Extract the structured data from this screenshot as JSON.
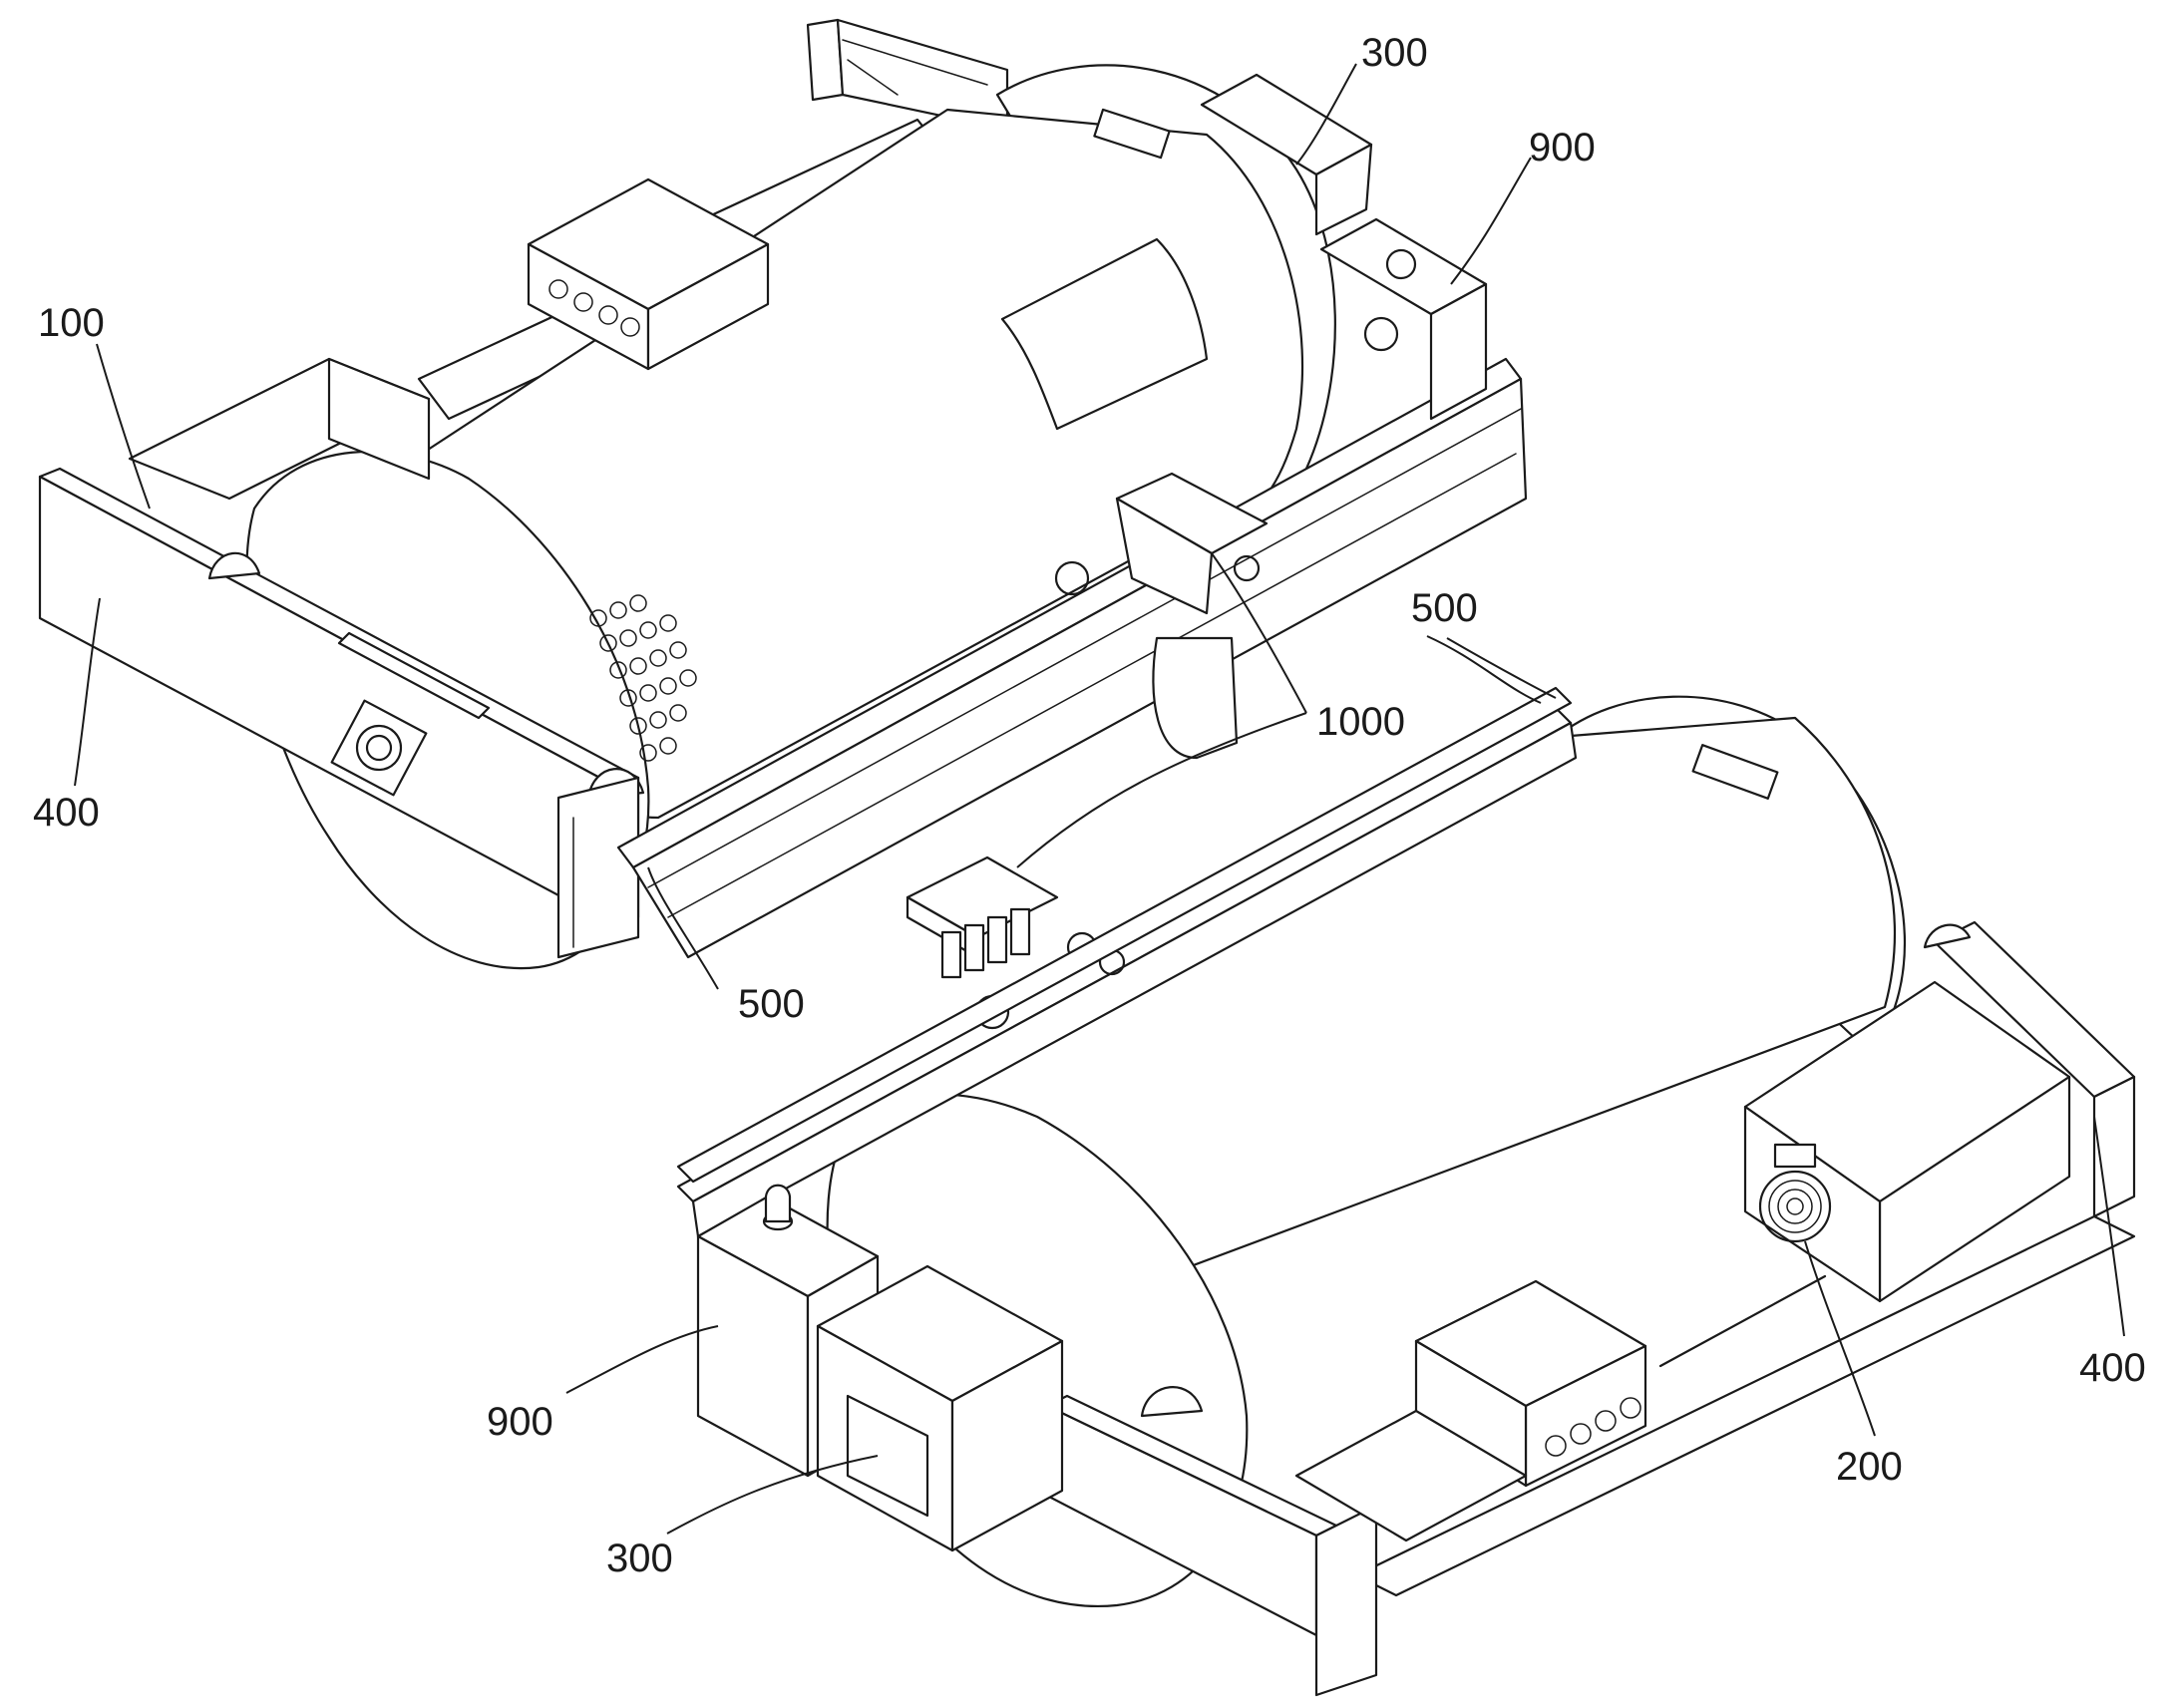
{
  "labels": {
    "top_100": "100",
    "top_400": "400",
    "top_300": "300",
    "top_900": "900",
    "top_500_upper": "500",
    "top_500_lower": "500",
    "ref_1000": "1000",
    "bottom_900": "900",
    "bottom_300": "300",
    "bottom_200": "200",
    "bottom_400": "400"
  }
}
